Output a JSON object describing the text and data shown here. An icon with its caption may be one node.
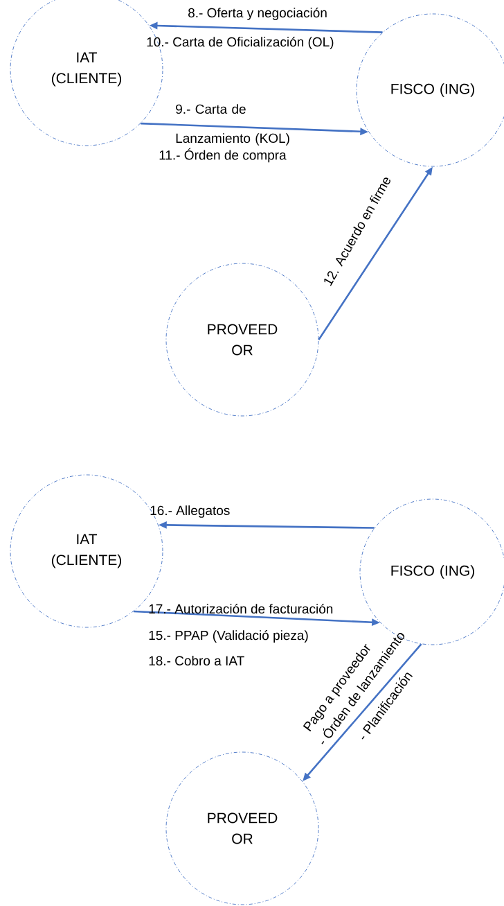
{
  "diagram": {
    "nodes": [
      {
        "text": [
          "IAT (CLIENTE)"
        ]
      },
      {
        "text": [
          "FISCO (ING)"
        ]
      },
      {
        "text": [
          "PROVEED OR"
        ]
      },
      {
        "text": [
          "IAT (CLIENTE)"
        ]
      },
      {
        "text": [
          "FISCO (ING)"
        ]
      },
      {
        "text": [
          "PROVEED OR"
        ]
      }
    ],
    "edges": [
      {
        "from": 1,
        "to": 0,
        "arrow": "to",
        "label": "8.- Oferta y negociación"
      },
      {
        "from": 0,
        "to": 1,
        "arrow": "to",
        "label": "9.- Carta de Lanzamiento (KOL)"
      },
      {
        "from": 2,
        "to": 1,
        "arrow": "to",
        "label": "12. Acuerdo en firme"
      },
      {
        "from": 4,
        "to": 3,
        "arrow": "to",
        "label": "16.- Allegatos"
      },
      {
        "from": 3,
        "to": 4,
        "arrow": "to",
        "label": "17.- Autorización de facturación"
      },
      {
        "from": 4,
        "to": 5,
        "arrow": "to",
        "label": "- Planificación"
      }
    ],
    "labels": [
      "10.- Carta de Oficialización (OL)",
      "11.- Órden de compra",
      "15.- PPAP (Validació pieza)",
      "18.- Cobro a IAT",
      "- Órden de lanzamiento",
      "Pago a proveedor"
    ]
  }
}
